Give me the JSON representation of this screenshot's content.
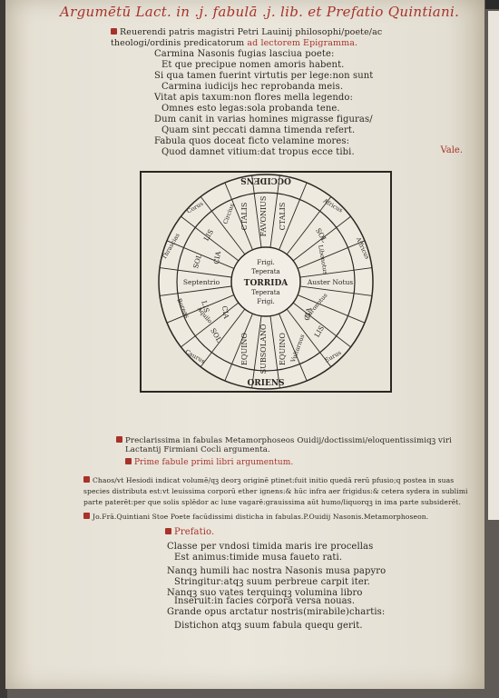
{
  "title": "Argumētū Lact. in .j. fabulā .j. lib. et Prefatio Quintiani.",
  "intro_line1": "Reuerendi patris magistri Petri Lauinij philosophi/poete/ac",
  "intro_line2_black": "theologi/ordinis predicatorum",
  "intro_line2_red": "ad lectorem Epigramma.",
  "epigram": [
    "Carmina Nasonis fugias lasciua poete:",
    "Et que precipue nomen amoris habent.",
    "Si qua tamen fuerint virtutis per lege:non sunt",
    "Carmina iudicijs hec reprobanda meis.",
    "Vitat apis taxum:non flores mella legendo:",
    "Omnes esto legas:sola probanda tene.",
    "Dum canit in varias homines migrasse figuras/",
    "Quam sint peccati damna timenda refert.",
    "Fabula quos doceat ficto velamine mores:",
    "Quod damnet vitium:dat tropus ecce tibi."
  ],
  "vale": "Vale.",
  "wheel": {
    "center": [
      "Frigi.",
      "Teperata",
      "TORRIDA",
      "Teperata",
      "Frigi."
    ],
    "occidens": "OCCIDENS",
    "oriens": "ORIENS",
    "top_spoke": [
      "CTALIS",
      "FAVONIUS",
      "CTALIS"
    ],
    "bottom_spoke": [
      "EQUINO",
      "SUBSOLANO",
      "EQUINO"
    ],
    "septentrio": "Septentrio",
    "auster": "Auster Notus",
    "left_words": [
      "SOL",
      "CIA",
      "LIS",
      "SOL",
      "CIA",
      "LIS"
    ],
    "right_words": [
      "SOL",
      "CIA",
      "LIS"
    ],
    "ring_words": [
      "Corus",
      "Circius",
      "Thrascias",
      "Boreas",
      "Aquilo",
      "Caurus",
      "Vulturnus",
      "Eurus",
      "Africus",
      "Libonotus",
      "Euronotus",
      "Affricus"
    ]
  },
  "block1": [
    "Preclarissima in fabulas Metamorphoseos Ouidij/doctissimi/eloquentissimiqꝫ viri",
    "Lactantij Firmiani Cocli argumenta."
  ],
  "block2_heading": "Prime fabule primi libri argumentum.",
  "block3": [
    "Chaos/vt Hesiodi indicat volumē/qꝫ deorꝫ originē ptinet:fuit initio quedā rerū pfusio;q postea in suas",
    "species distributa est:vt leuissima corporū ether ignens:& hūc infra aer frigidus:& cetera sydera in sublimi",
    "parte paterēt:per que solis splēdor ac lune vagarē:grauissima aūt humo/liquorqꝫ in ima parte subsiderēt."
  ],
  "block4": "Jo.Frā.Quintiani Stoe Poete facūdissimi disticha in fabulas.P.Ouidij Nasonis.Metamorphoseon.",
  "prefatio": "Prefatio.",
  "verses": [
    "Classe per vndosi timida maris ire procellas",
    "Est animus:timide musa faueto rati.",
    "Nanqꝫ humili hac nostra Nasonis musa papyro",
    "Stringitur:atqꝫ suum perbreue carpit iter.",
    "Nanqꝫ suo vates terquinqꝫ volumina libro",
    "Inseruit:in facies corpora versa nouas.",
    "Grande opus arctatur nostris(mirabile)chartis:",
    "Distichon atqꝫ suum fabula quequ gerit."
  ]
}
